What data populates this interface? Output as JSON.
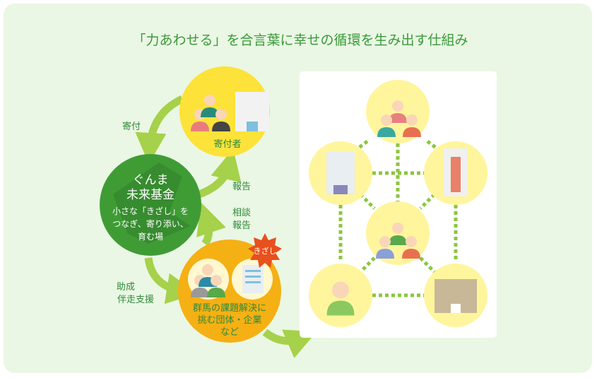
{
  "title": "「力あわせる」を合言葉に幸せの循環を生み出す仕組み",
  "fund": {
    "name_line1": "ぐんま",
    "name_line2": "未来基金",
    "desc_line1": "小さな「きざし」を",
    "desc_line2": "つなぎ、寄り添い、",
    "desc_line3": "育む場"
  },
  "donor": {
    "label": "寄付者"
  },
  "org": {
    "line1": "群馬の課題解決に",
    "line2": "挑む団体・企業",
    "line3": "など",
    "badge": "きざし"
  },
  "arrows": {
    "donation": "寄付",
    "report": "報告",
    "consult_line1": "相談",
    "consult_line2": "報告",
    "grant_line1": "助成",
    "grant_line2": "伴走支援"
  },
  "colors": {
    "panel": "#eaf7e4",
    "fund": "#3f9c35",
    "donor": "#fde23a",
    "org": "#f5b014",
    "arrow": "#a6d14a",
    "badge": "#e8501c",
    "node": "#fff59d"
  }
}
